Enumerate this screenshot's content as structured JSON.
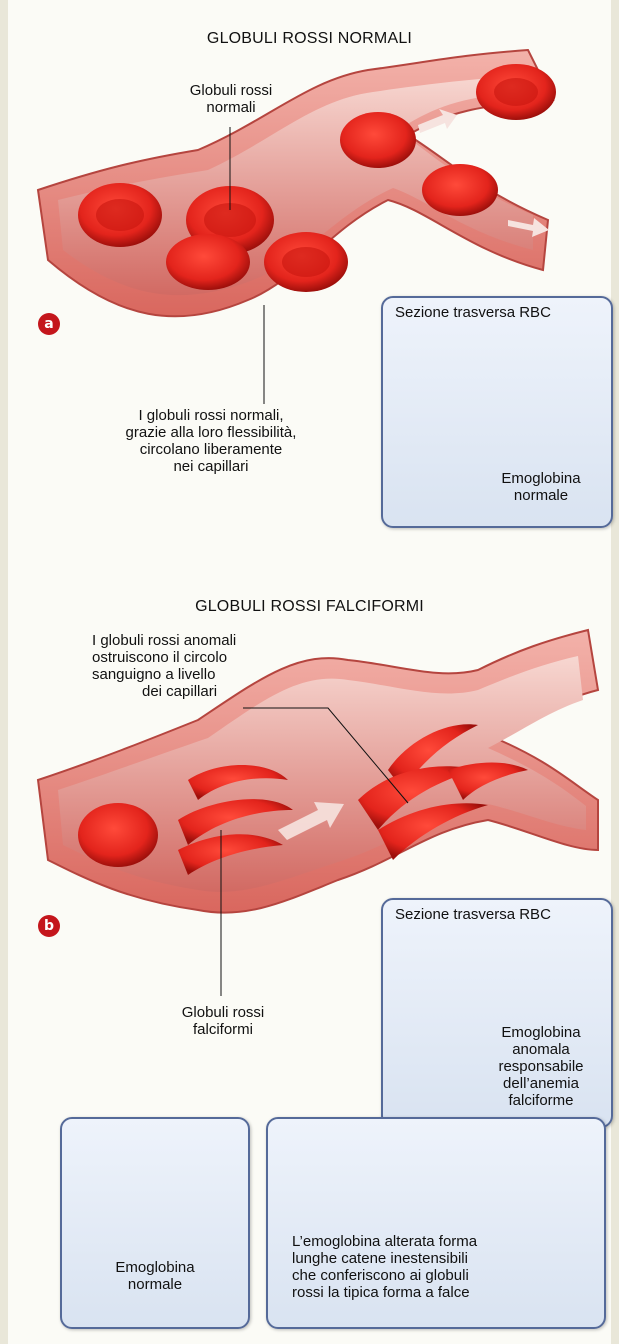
{
  "panel_a": {
    "badge": "a",
    "title": "GLOBULI ROSSI NORMALI",
    "label_cells": [
      "Globuli rossi",
      "normali"
    ],
    "description": [
      "I globuli rossi normali,",
      "grazie alla loro flessibilità,",
      "circolano liberamente",
      "nei capillari"
    ],
    "inset": {
      "title": "Sezione trasversa RBC",
      "label": [
        "Emoglobina",
        "normale"
      ]
    }
  },
  "panel_b": {
    "badge": "b",
    "title": "GLOBULI ROSSI FALCIFORMI",
    "description": [
      "I globuli rossi anomali",
      "ostruiscono il circolo",
      "sanguigno a livello",
      "dei capillari"
    ],
    "label_cells": [
      "Globuli rossi",
      "falciformi"
    ],
    "inset": {
      "title": "Sezione trasversa RBC",
      "label": [
        "Emoglobina",
        "anomala",
        "responsabile",
        "dell’anemia",
        "falciforme"
      ]
    }
  },
  "bottom": {
    "left_label": [
      "Emoglobina",
      "normale"
    ],
    "right_text": [
      "L’emoglobina alterata forma",
      "lunghe catene inestensibili",
      "che conferiscono ai globuli",
      "rossi la tipica forma a falce"
    ]
  },
  "colors": {
    "vessel_outer": "#e98f86",
    "vessel_inner": "#c94a43",
    "cell": "#e3241c",
    "cell_dark": "#b5120e",
    "hemoglobin_blue": "#6f9bd6",
    "hemoglobin_orange": "#f2a14a",
    "badge": "#c4161c",
    "inset_border": "#556a99"
  }
}
